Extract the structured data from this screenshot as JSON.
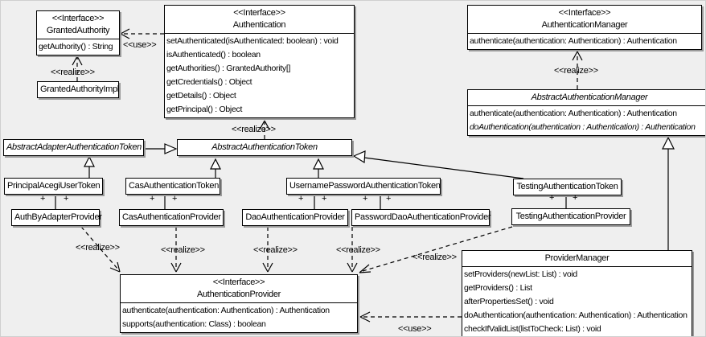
{
  "diagram": {
    "colors": {
      "background": "#efefef",
      "box_fill": "#ffffff",
      "box_border": "#000000",
      "shadow": "#9a9a9a"
    },
    "edge_labels": {
      "use": "<<use>>",
      "realize": "<<realize>>",
      "plus": "+"
    },
    "classes": {
      "grantedAuthority": {
        "stereotype": "<<Interface>>",
        "name": "GrantedAuthority",
        "methods": [
          "getAuthority() : String"
        ]
      },
      "grantedAuthorityImpl": {
        "name": "GrantedAuthorityImpl"
      },
      "authentication": {
        "stereotype": "<<Interface>>",
        "name": "Authentication",
        "methods": [
          "setAuthenticated(isAuthenticated: boolean) : void",
          "isAuthenticated() : boolean",
          "getAuthorities() : GrantedAuthority[]",
          "getCredentials() : Object",
          "getDetails() : Object",
          "getPrincipal() : Object"
        ]
      },
      "authenticationManager": {
        "stereotype": "<<Interface>>",
        "name": "AuthenticationManager",
        "methods": [
          "authenticate(authentication: Authentication) : Authentication"
        ]
      },
      "abstractAuthenticationManager": {
        "name": "AbstractAuthenticationManager",
        "methods": [
          "authenticate(authentication: Authentication) : Authentication",
          "doAuthentication(authentication : Authentication) : Authentication"
        ]
      },
      "abstractAdapterAuthenticationToken": {
        "name": "AbstractAdapterAuthenticationToken"
      },
      "abstractAuthenticationToken": {
        "name": "AbstractAuthenticationToken"
      },
      "principalAcegiUserToken": {
        "name": "PrincipalAcegiUserToken"
      },
      "casAuthenticationToken": {
        "name": "CasAuthenticationToken"
      },
      "usernamePasswordAuthenticationToken": {
        "name": "UsernamePasswordAuthenticationToken"
      },
      "testingAuthenticationToken": {
        "name": "TestingAuthenticationToken"
      },
      "authByAdapterProvider": {
        "name": "AuthByAdapterProvider"
      },
      "casAuthenticationProvider": {
        "name": "CasAuthenticationProvider"
      },
      "daoAuthenticationProvider": {
        "name": "DaoAuthenticationProvider"
      },
      "passwordDaoAuthenticationProvider": {
        "name": "PasswordDaoAuthenticationProvider"
      },
      "testingAuthenticationProvider": {
        "name": "TestingAuthenticationProvider"
      },
      "authenticationProvider": {
        "stereotype": "<<Interface>>",
        "name": "AuthenticationProvider",
        "methods": [
          "authenticate(authentication: Authentication) : Authentication",
          "supports(authentication: Class) : boolean"
        ]
      },
      "providerManager": {
        "name": "ProviderManager",
        "methods": [
          "setProviders(newList: List) : void",
          "getProviders() : List",
          "afterPropertiesSet() : void",
          "doAuthentication(authentication: Authentication) : Authentication",
          "checkIfValidList(listToCheck: List) : void"
        ]
      }
    }
  }
}
